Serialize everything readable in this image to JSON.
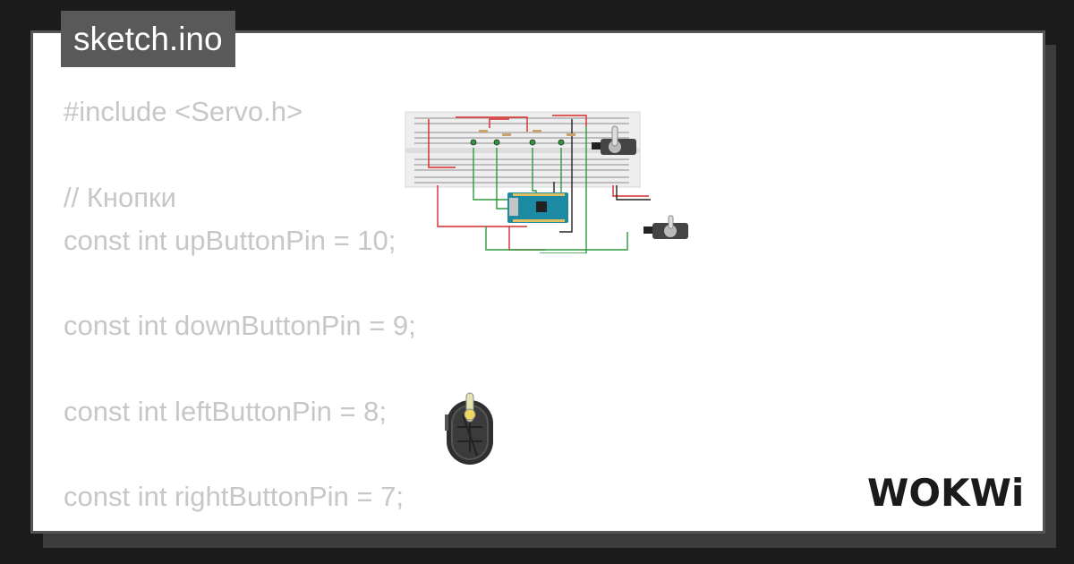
{
  "file_tab": {
    "label": "sketch.ino"
  },
  "code_lines": [
    "#include <Servo.h>",
    "// Кнопки",
    "const int upButtonPin = 10;",
    "const int downButtonPin = 9;",
    "const int leftButtonPin = 8;",
    "const int rightButtonPin = 7;"
  ],
  "brand": {
    "logo_text": "WOKWi"
  },
  "colors": {
    "code_text": "#c7c7c7",
    "tab_bg": "#595959",
    "wire_red": "#d62a2a",
    "wire_green": "#2e9a3e",
    "board_blue": "#1d8aa3"
  },
  "icons": [
    "breadboard-circuit-diagram",
    "servo-motor-icon",
    "arduino-nano-board-icon",
    "wokwi-logo"
  ]
}
